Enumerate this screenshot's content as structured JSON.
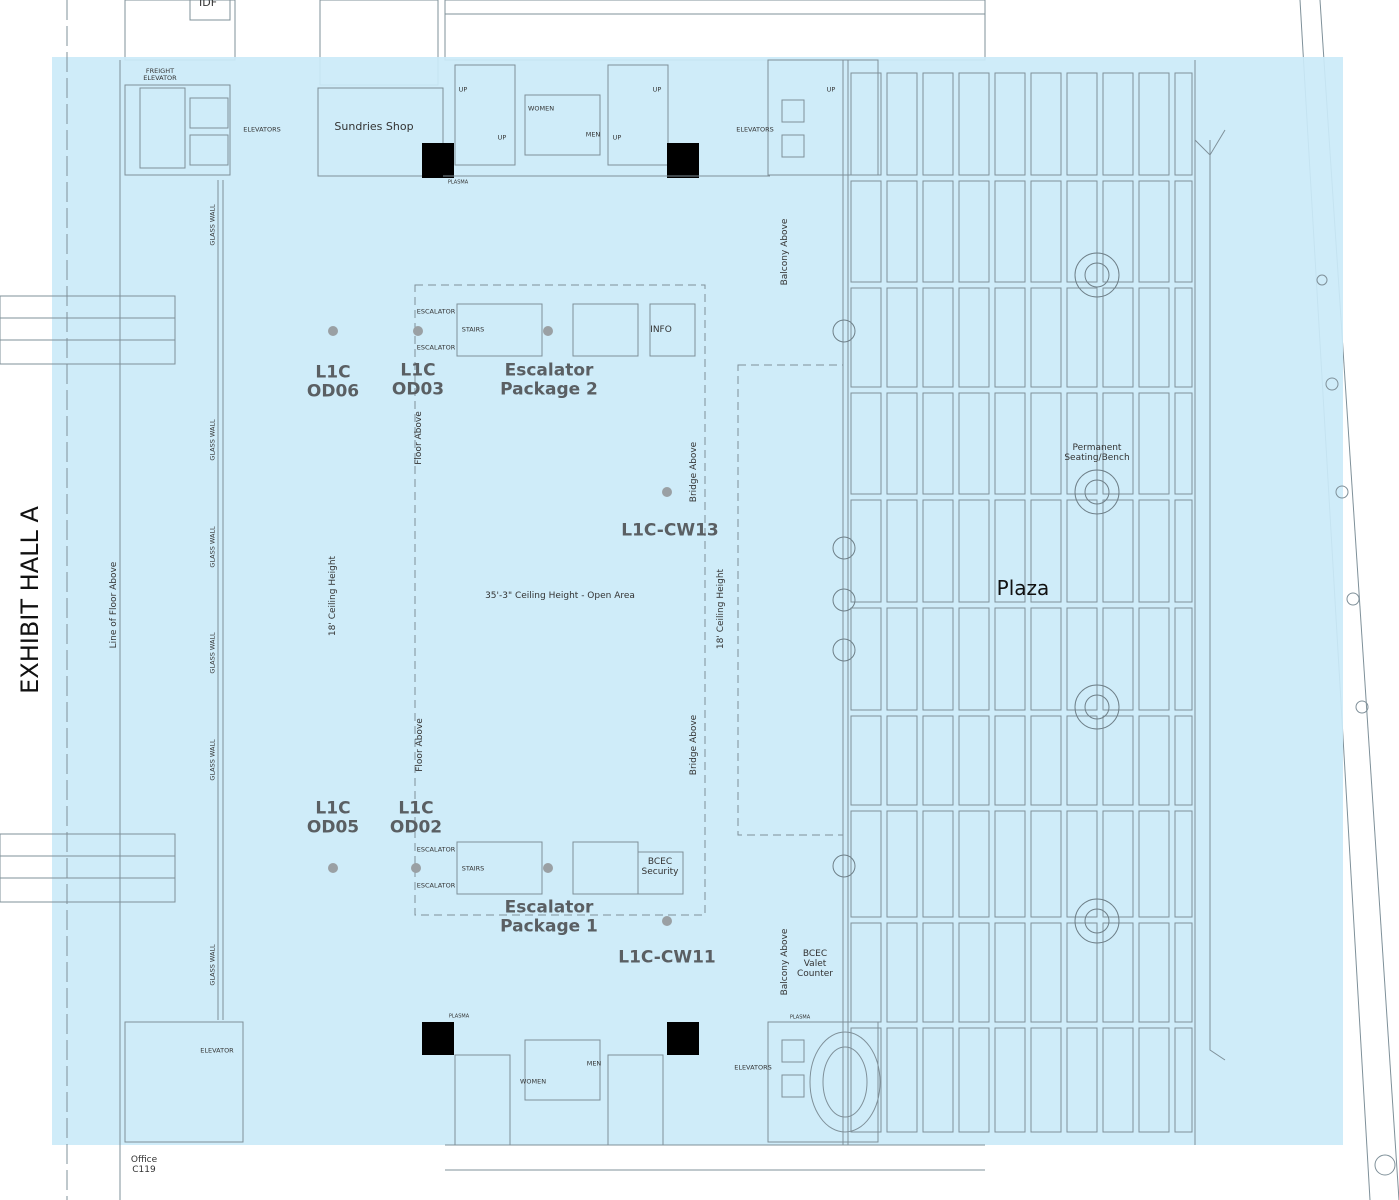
{
  "map": {
    "hall_label": "EXHIBIT HALL A",
    "plaza_label": "Plaza",
    "colors": {
      "highlight": "#cbeaf9",
      "lines": "#7f9099",
      "marker": "#9aa0a4",
      "text_bold": "#5a5f63"
    },
    "rooms": {
      "idf": "IDF",
      "freight_elevator": "FREIGHT ELEVATOR",
      "elevators_nw": "ELEVATORS",
      "sundries": "Sundries Shop",
      "women_n": "WOMEN",
      "men_n": "MEN",
      "plasma_n": "PLASMA",
      "elevators_ne": "ELEVATORS",
      "info": "INFO",
      "security": "BCEC Security",
      "valet": "BCEC Valet Counter",
      "plasma_s1": "PLASMA",
      "plasma_s2": "PLASMA",
      "elevator_sw": "ELEVATOR",
      "women_s": "WOMEN",
      "men_s": "MEN",
      "elevators_se": "ELEVATORS",
      "office": "Office C119",
      "up": "UP",
      "bench": "Permanent Seating/Bench"
    },
    "annotations": {
      "glass_wall": "GLASS WALL",
      "line_floor_above": "Line of Floor Above",
      "floor_above": "Floor Above",
      "bridge_above": "Bridge Above",
      "balcony_above": "Balcony Above",
      "ceiling_18": "18' Ceiling Height",
      "ceiling_open": "35'-3\" Ceiling Height - Open Area",
      "escalator": "ESCALATOR",
      "stairs": "STAIRS"
    },
    "zones": {
      "od06": "L1C OD06",
      "od03": "L1C OD03",
      "od05": "L1C OD05",
      "od02": "L1C OD02",
      "cw13": "L1C-CW13",
      "cw11": "L1C-CW11",
      "esc_pkg2": "Escalator Package 2",
      "esc_pkg1": "Escalator Package 1"
    }
  }
}
